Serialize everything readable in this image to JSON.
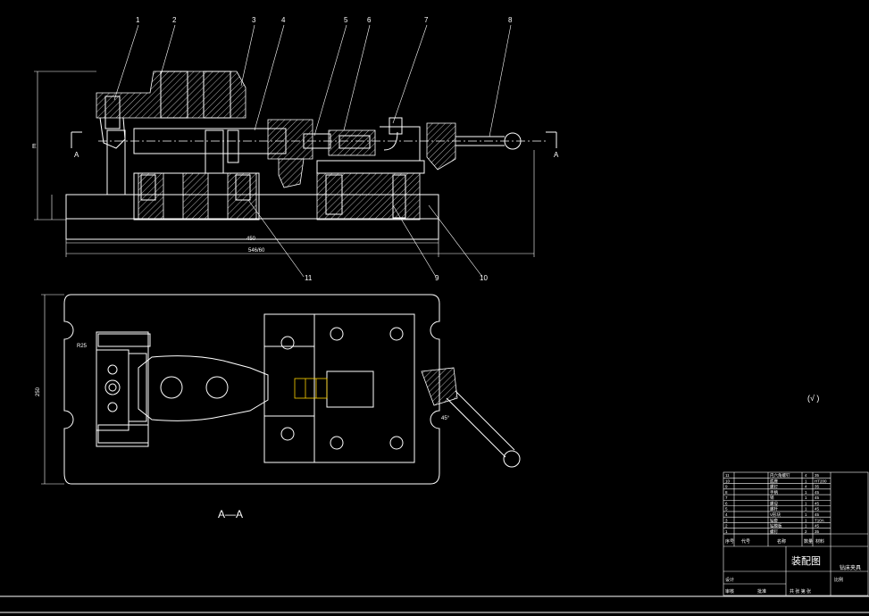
{
  "balloons": [
    "1",
    "2",
    "3",
    "4",
    "5",
    "6",
    "7",
    "8",
    "9",
    "10",
    "11"
  ],
  "section": {
    "letter": "A",
    "view_label": "A—A"
  },
  "dimensions": {
    "length_inner": "450",
    "length_outer": "546/60",
    "height_left": "E",
    "width_plan": "250",
    "radius": "R25",
    "angle": "45°"
  },
  "roughness_note": "(√ )",
  "title_block": {
    "drawing_title": "装配图",
    "headers": [
      "序号",
      "代号",
      "名称",
      "数量",
      "材料"
    ],
    "rows": [
      {
        "no": "11",
        "name": "内六角螺钉",
        "qty": "4",
        "mat": "35"
      },
      {
        "no": "10",
        "name": "底座",
        "qty": "1",
        "mat": "HT200"
      },
      {
        "no": "9",
        "name": "螺钉",
        "qty": "4",
        "mat": "35"
      },
      {
        "no": "8",
        "name": "手柄",
        "qty": "1",
        "mat": "45"
      },
      {
        "no": "7",
        "name": "销",
        "qty": "1",
        "mat": "45"
      },
      {
        "no": "6",
        "name": "螺母",
        "qty": "1",
        "mat": "45"
      },
      {
        "no": "5",
        "name": "螺杆",
        "qty": "1",
        "mat": "45"
      },
      {
        "no": "4",
        "name": "V形块",
        "qty": "1",
        "mat": "45"
      },
      {
        "no": "3",
        "name": "钻套",
        "qty": "1",
        "mat": "T10A"
      },
      {
        "no": "2",
        "name": "钻模板",
        "qty": "1",
        "mat": "45"
      },
      {
        "no": "1",
        "name": "螺钉",
        "qty": "2",
        "mat": "35"
      }
    ],
    "design_label": "设计",
    "review_label": "审核",
    "approve_label": "批准",
    "scale_label": "比例",
    "sheet_label": "共 张 第 张",
    "company": "钻床夹具"
  }
}
